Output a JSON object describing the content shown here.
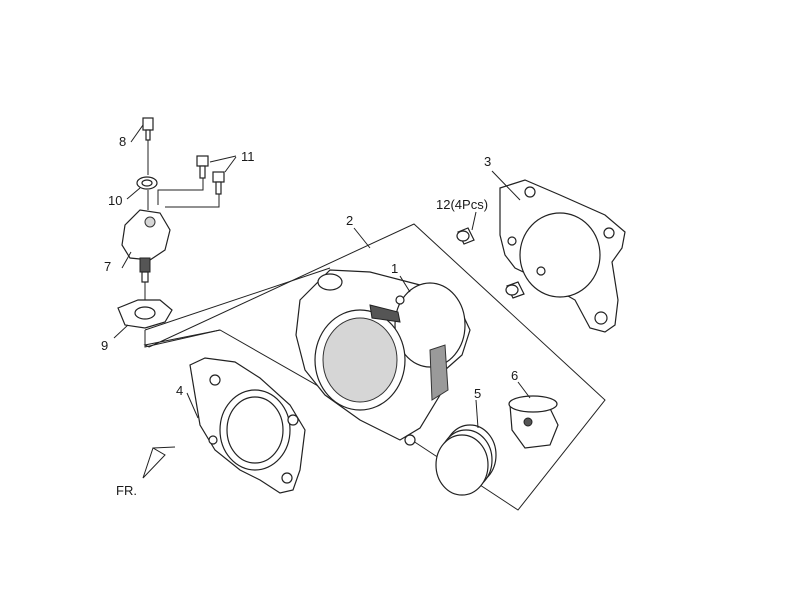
{
  "callouts": {
    "c1": "1",
    "c2": "2",
    "c3": "3",
    "c4": "4",
    "c5": "5",
    "c6": "6",
    "c7": "7",
    "c8": "8",
    "c9": "9",
    "c10": "10",
    "c11": "11",
    "c12": "12(4Pcs)"
  },
  "direction_label": "FR."
}
